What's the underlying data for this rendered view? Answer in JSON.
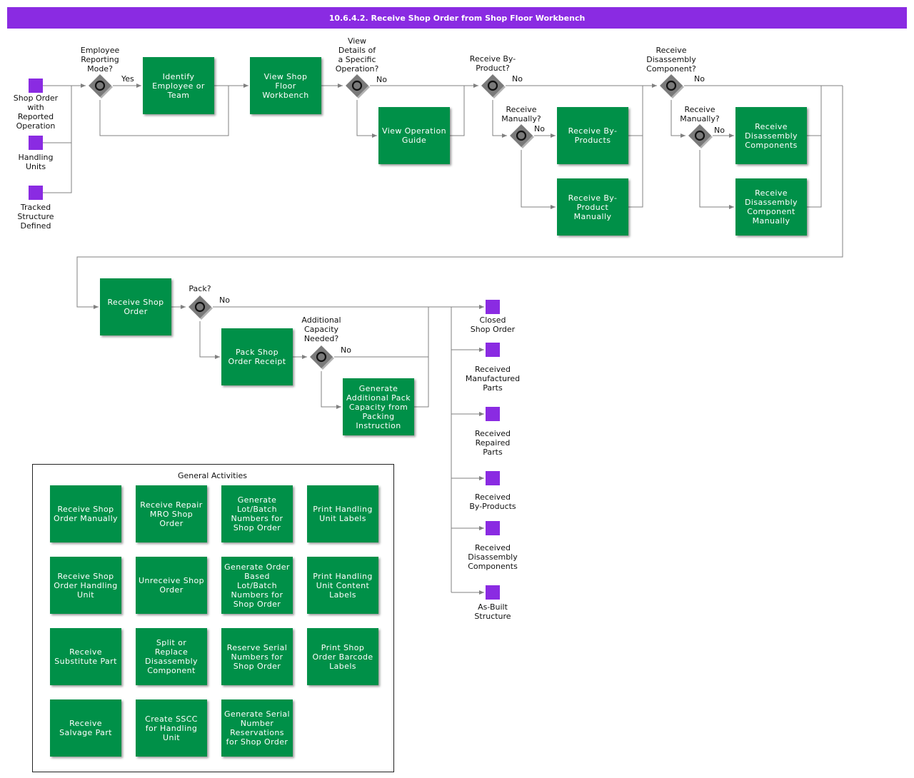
{
  "title": "10.6.4.2. Receive Shop Order from Shop Floor Workbench",
  "colors": {
    "activity": "#009048",
    "event": "#8a2be2",
    "gateway": "#7a7a7a",
    "line": "#808080"
  },
  "start_events": [
    {
      "id": "s1",
      "label": "Shop Order\nwith\nReported\nOperation"
    },
    {
      "id": "s2",
      "label": "Handling\nUnits"
    },
    {
      "id": "s3",
      "label": "Tracked\nStructure\nDefined"
    }
  ],
  "gateways": [
    {
      "id": "g1",
      "label": "Employee\nReporting\nMode?"
    },
    {
      "id": "g2",
      "label": "View\nDetails of\na Specific\nOperation?"
    },
    {
      "id": "g3",
      "label": "Receive By-\nProduct?"
    },
    {
      "id": "g4",
      "label": "Receive\nManually?"
    },
    {
      "id": "g5",
      "label": "Receive\nDisassembly\nComponent?"
    },
    {
      "id": "g6",
      "label": "Receive\nManually?"
    },
    {
      "id": "g7",
      "label": "Pack?"
    },
    {
      "id": "g8",
      "label": "Additional\nCapacity\nNeeded?"
    }
  ],
  "activities": [
    {
      "id": "a1",
      "label": "Identify Employee or Team"
    },
    {
      "id": "a2",
      "label": "View Shop Floor Workbench"
    },
    {
      "id": "a3",
      "label": "View Operation Guide"
    },
    {
      "id": "a4",
      "label": "Receive By-Products"
    },
    {
      "id": "a5",
      "label": "Receive By-Product Manually"
    },
    {
      "id": "a6",
      "label": "Receive Disassembly Components"
    },
    {
      "id": "a7",
      "label": "Receive Disassembly Component Manually"
    },
    {
      "id": "a8",
      "label": "Receive Shop Order"
    },
    {
      "id": "a9",
      "label": "Pack Shop Order Receipt"
    },
    {
      "id": "a10",
      "label": "Generate Additional Pack Capacity from Packing Instruction"
    }
  ],
  "end_events": [
    {
      "id": "e1",
      "label": "Closed\nShop Order"
    },
    {
      "id": "e2",
      "label": "Received\nManufactured\nParts"
    },
    {
      "id": "e3",
      "label": "Received\nRepaired\nParts"
    },
    {
      "id": "e4",
      "label": "Received\nBy-Products"
    },
    {
      "id": "e5",
      "label": "Received\nDisassembly\nComponents"
    },
    {
      "id": "e6",
      "label": "As-Built\nStructure"
    }
  ],
  "edge_labels": {
    "yes": "Yes",
    "no": "No"
  },
  "general": {
    "title": "General Activities",
    "items": [
      "Receive Shop Order Manually",
      "Receive Repair MRO Shop Order",
      "Generate Lot/Batch Numbers for Shop Order",
      "Print Handling Unit Labels",
      "Receive Shop Order Handling Unit",
      "Unreceive Shop Order",
      "Generate Order Based Lot/Batch Numbers for Shop Order",
      "Print Handling Unit Content Labels",
      "Receive Substitute Part",
      "Split or Replace Disassembly Component",
      "Reserve Serial Numbers for Shop Order",
      "Print Shop Order Barcode Labels",
      "Receive Salvage Part",
      "Create SSCC for Handling Unit",
      "Generate Serial Number Reservations for Shop Order"
    ]
  }
}
